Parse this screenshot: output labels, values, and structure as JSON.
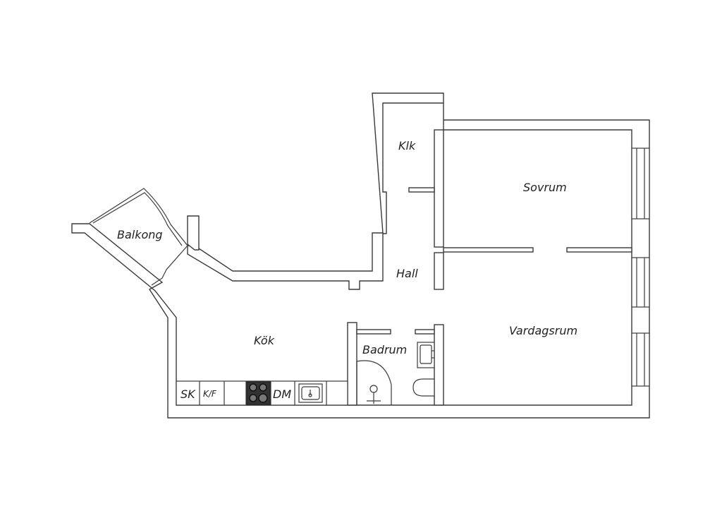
{
  "rooms": {
    "klk": "Klk",
    "sovrum": "Sovrum",
    "balkong": "Balkong",
    "hall": "Hall",
    "kok": "Kök",
    "vardagsrum": "Vardagsrum",
    "badrum": "Badrum"
  },
  "fixtures": {
    "sk": "SK",
    "kf": "K/F",
    "dm": "DM"
  },
  "colors": {
    "line": "#3a3a3a",
    "stove": "#333333",
    "background": "#ffffff"
  }
}
